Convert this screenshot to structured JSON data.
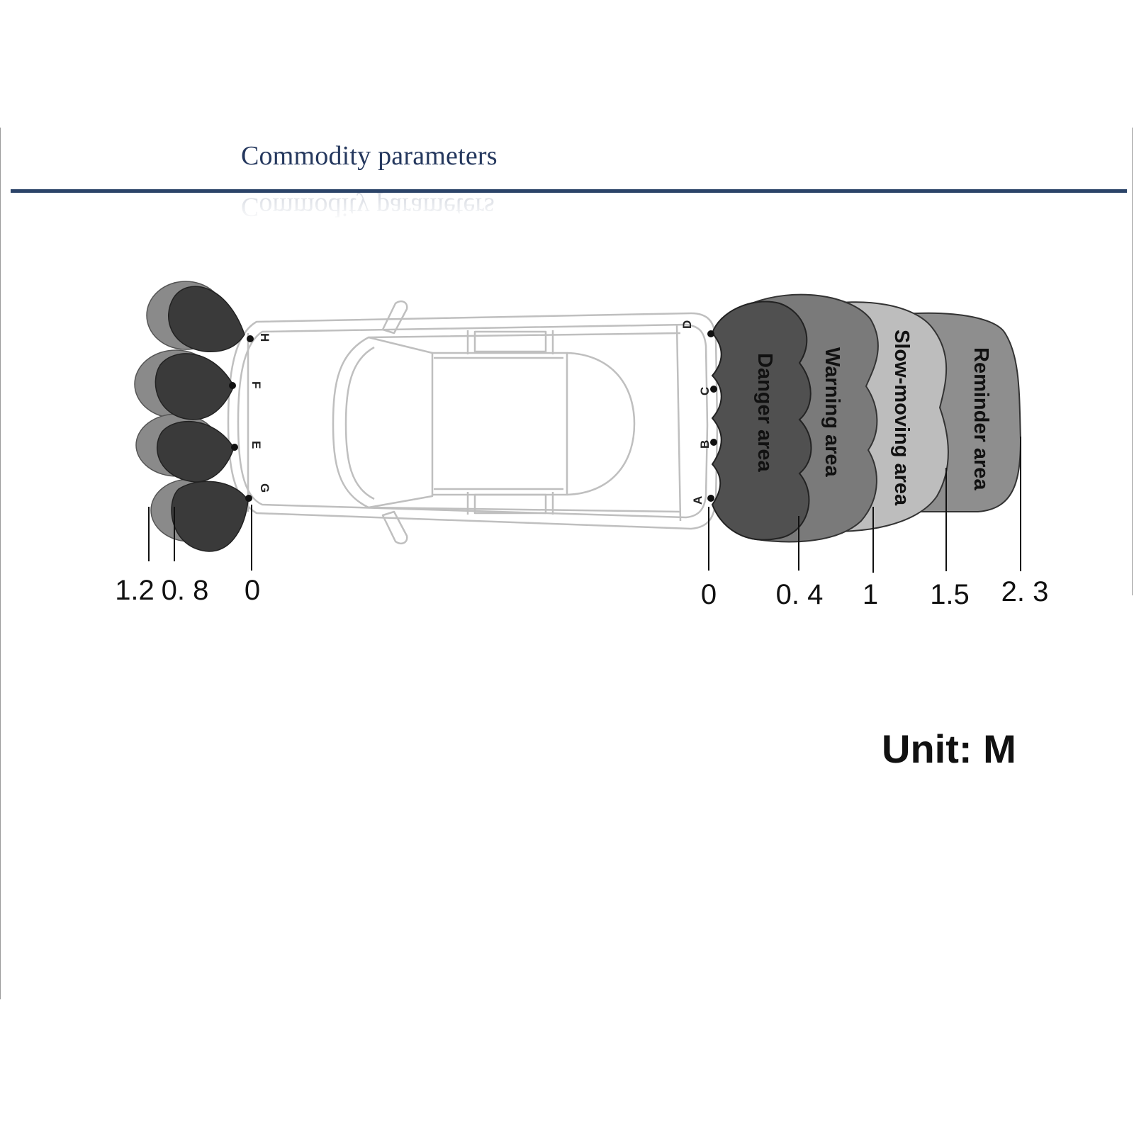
{
  "header": {
    "title": "Commodity parameters"
  },
  "unit_label": "Unit: M",
  "colors": {
    "title_blue": "#25385e",
    "rule_blue": "#2b4368",
    "danger": "#505050",
    "warning": "#7a7a7a",
    "slow_moving": "#bdbdbd",
    "reminder": "#8e8e8e",
    "rear_dark": "#3a3a3a",
    "rear_light": "#8a8a8a"
  },
  "front": {
    "zones": [
      {
        "id": "danger",
        "label": "Danger area",
        "from_m": 0,
        "to_m": 0.4
      },
      {
        "id": "warning",
        "label": "Warning area",
        "from_m": 0.4,
        "to_m": 1
      },
      {
        "id": "slow",
        "label": "Slow-moving area",
        "from_m": 1,
        "to_m": 1.5
      },
      {
        "id": "reminder",
        "label": "Reminder area",
        "from_m": 1.5,
        "to_m": 2.3
      }
    ],
    "distance_labels": [
      "0",
      "0. 4",
      "1",
      "1.5",
      "2. 3"
    ],
    "sensors": [
      "D",
      "C",
      "B",
      "A"
    ]
  },
  "rear": {
    "distance_labels": [
      "1.2",
      "0. 8",
      "0"
    ],
    "sensors": [
      "H",
      "F",
      "E",
      "G"
    ]
  }
}
